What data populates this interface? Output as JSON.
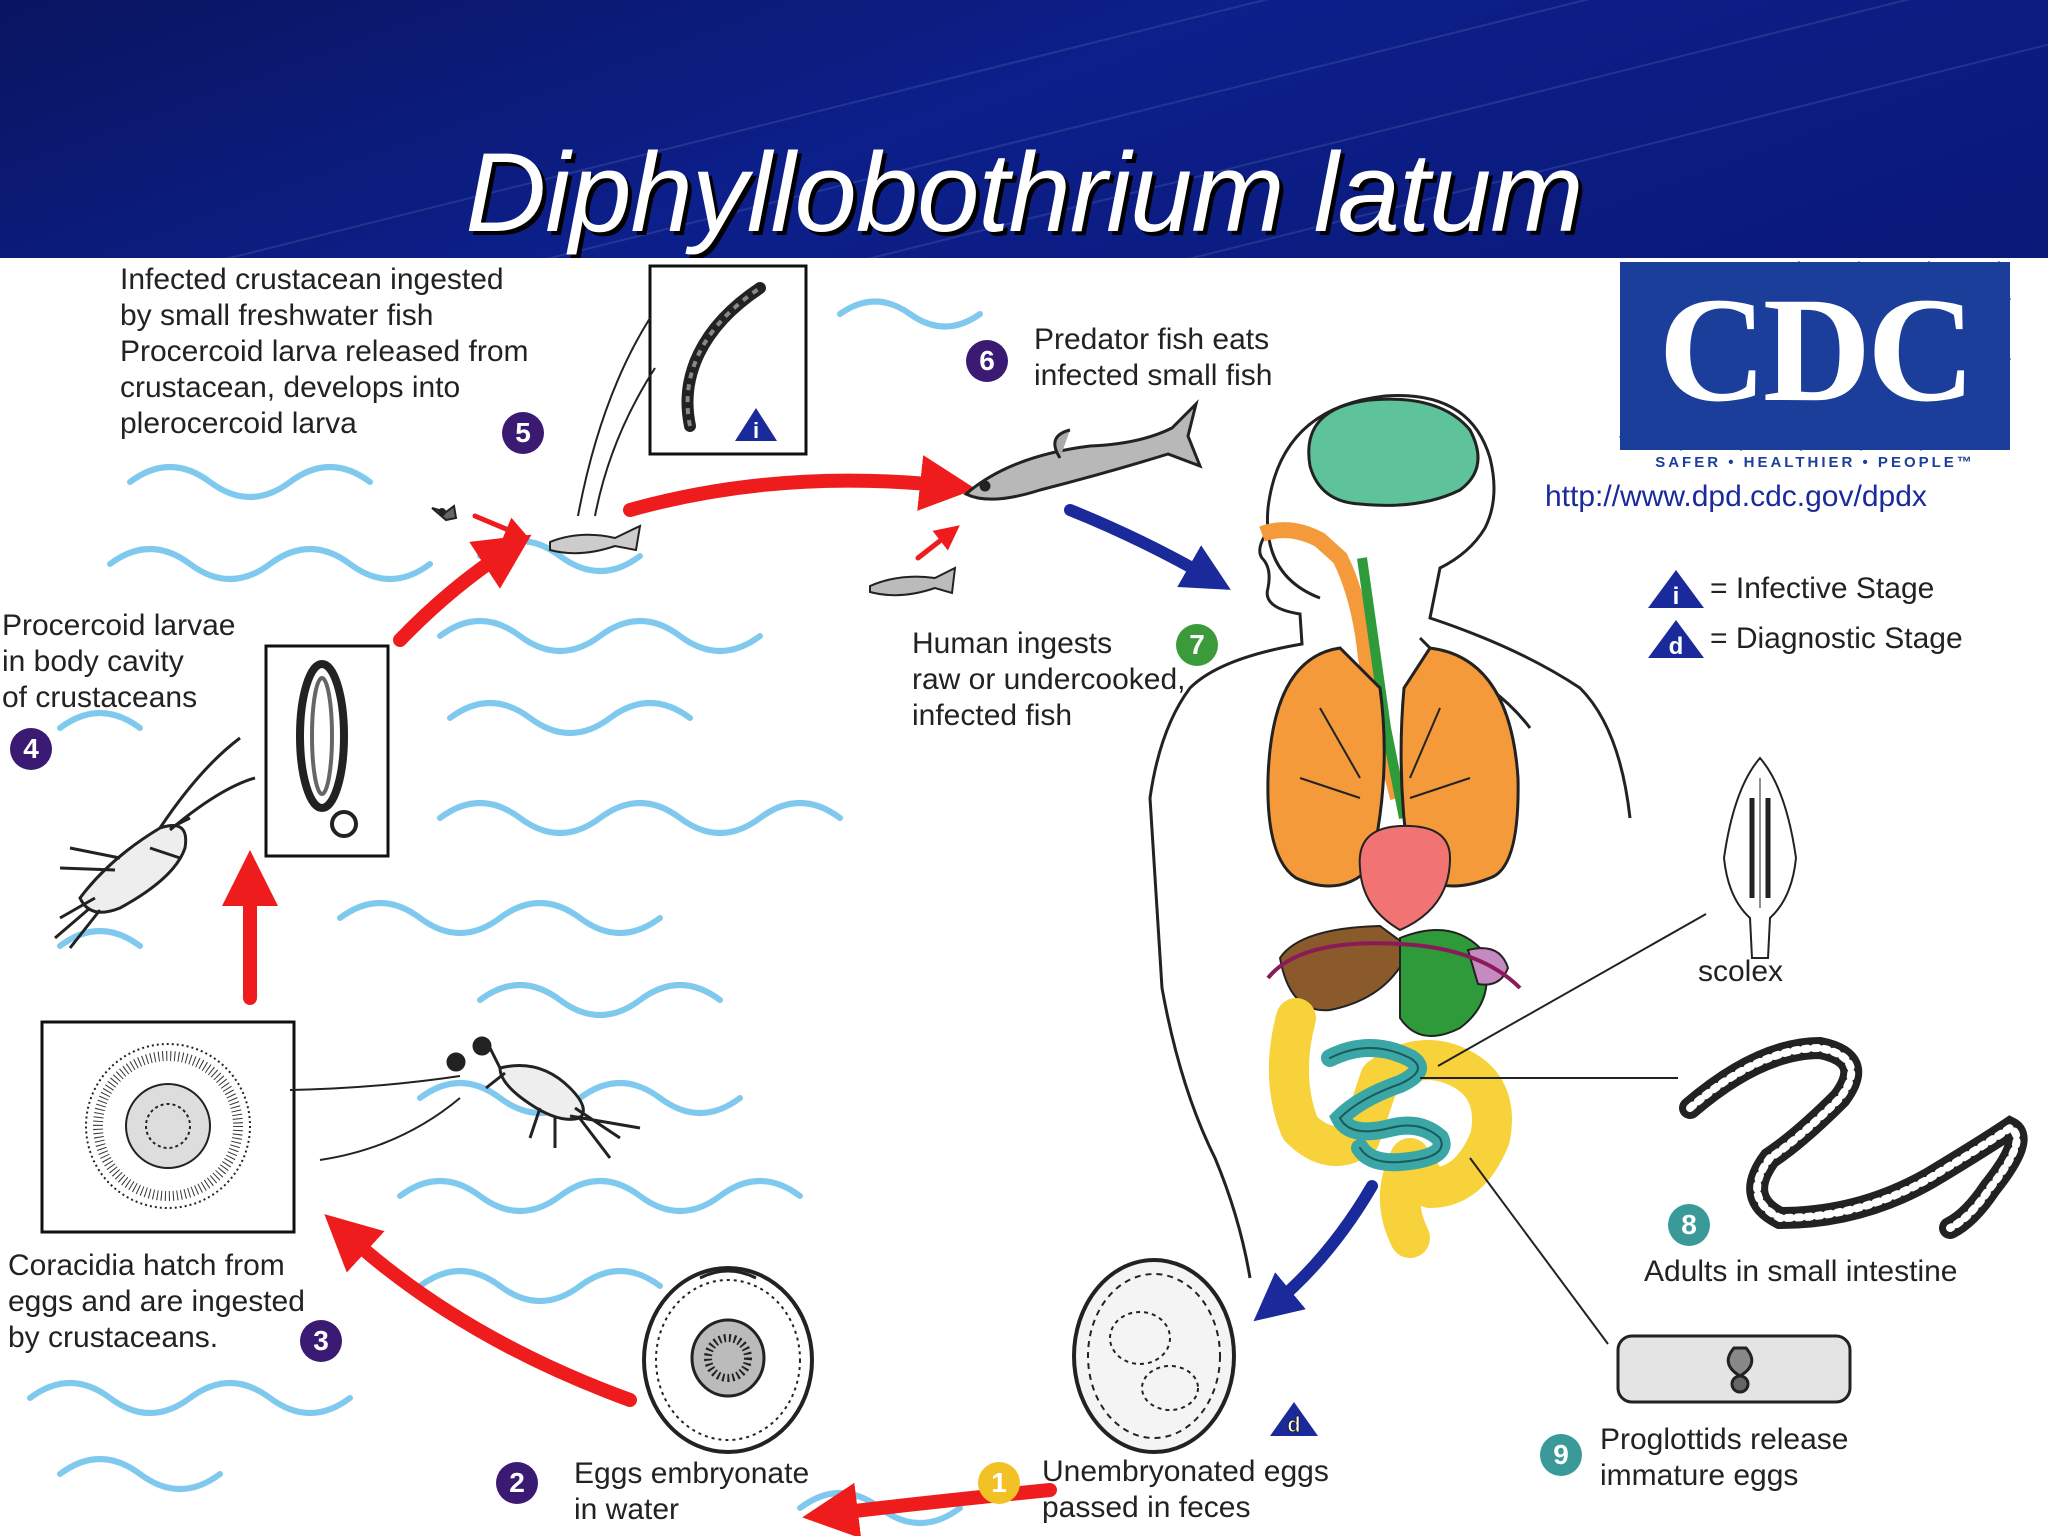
{
  "slide": {
    "title": "Diphyllobothrium latum"
  },
  "header": {
    "gradient": [
      "#0a1560",
      "#0c1f8a"
    ]
  },
  "logo": {
    "name": "CDC",
    "tagline": "SAFER • HEALTHIER • PEOPLE™"
  },
  "source_url": "http://www.dpd.cdc.gov/dpdx",
  "legend": [
    {
      "symbol": "i",
      "label": "= Infective Stage"
    },
    {
      "symbol": "d",
      "label": "= Diagnostic Stage"
    }
  ],
  "stages": {
    "s1": {
      "number": "1",
      "lines": [
        "Unembryonated eggs",
        "passed in feces"
      ]
    },
    "s2": {
      "number": "2",
      "lines": [
        "Eggs embryonate",
        "in water"
      ]
    },
    "s3": {
      "number": "3",
      "lines": [
        "Coracidia hatch from",
        "eggs and are ingested",
        "by crustaceans."
      ]
    },
    "s4": {
      "number": "4",
      "lines": [
        "Procercoid larvae",
        "in body cavity",
        "of crustaceans"
      ]
    },
    "s5": {
      "number": "5",
      "lines": [
        "Infected crustacean ingested",
        "by small freshwater fish",
        "Procercoid larva released from",
        "crustacean, develops into",
        "plerocercoid larva"
      ]
    },
    "s6": {
      "number": "6",
      "lines": [
        "Predator fish eats",
        "infected small fish"
      ]
    },
    "s7": {
      "number": "7",
      "lines": [
        "Human ingests",
        "raw or undercooked,",
        "infected fish"
      ]
    },
    "s8": {
      "number": "8",
      "lines": [
        "Adults in small intestine"
      ]
    },
    "s9": {
      "number": "9",
      "lines": [
        "Proglottids release",
        "immature eggs"
      ]
    }
  },
  "labels": {
    "scolex": "scolex",
    "infective_marker": "i",
    "diagnostic_marker": "d"
  },
  "colors": {
    "arrow_red": "#ee1c1c",
    "arrow_blue": "#1a2a9a",
    "water": "#7fc8ee",
    "badge_purple": "#3a1a72"
  }
}
